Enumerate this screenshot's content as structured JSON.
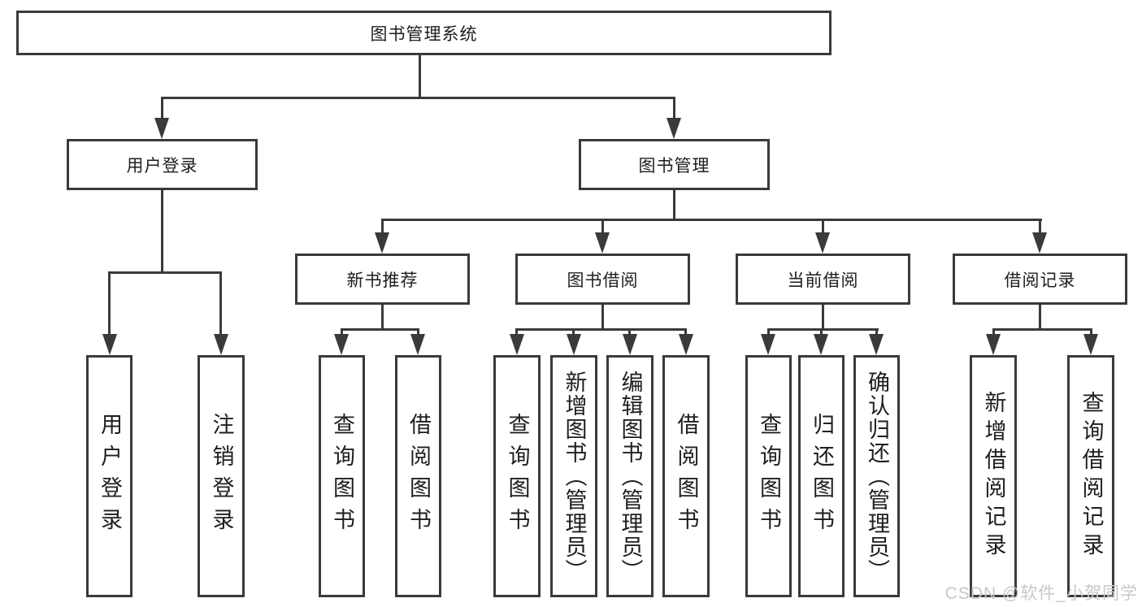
{
  "tree": {
    "label": "图书管理系统",
    "children": [
      {
        "label": "用户登录",
        "children": [
          {
            "label": "用户登录"
          },
          {
            "label": "注销登录"
          }
        ]
      },
      {
        "label": "图书管理",
        "children": [
          {
            "label": "新书推荐",
            "children": [
              {
                "label": "查询图书"
              },
              {
                "label": "借阅图书"
              }
            ]
          },
          {
            "label": "图书借阅",
            "children": [
              {
                "label": "查询图书"
              },
              {
                "label": "新增图书（管理员）"
              },
              {
                "label": "编辑图书（管理员）"
              },
              {
                "label": "借阅图书"
              }
            ]
          },
          {
            "label": "当前借阅",
            "children": [
              {
                "label": "查询图书"
              },
              {
                "label": "归还图书"
              },
              {
                "label": "确认归还（管理员）"
              }
            ]
          },
          {
            "label": "借阅记录",
            "children": [
              {
                "label": "新增借阅记录"
              },
              {
                "label": "查询借阅记录"
              }
            ]
          }
        ]
      }
    ]
  },
  "watermark": {
    "text": "CSDN @软件_小贺同学"
  },
  "colors": {
    "line": "#3a3a3a",
    "text": "#1e1e1e",
    "watermark": "#c8c8c8",
    "background": "#ffffff"
  }
}
